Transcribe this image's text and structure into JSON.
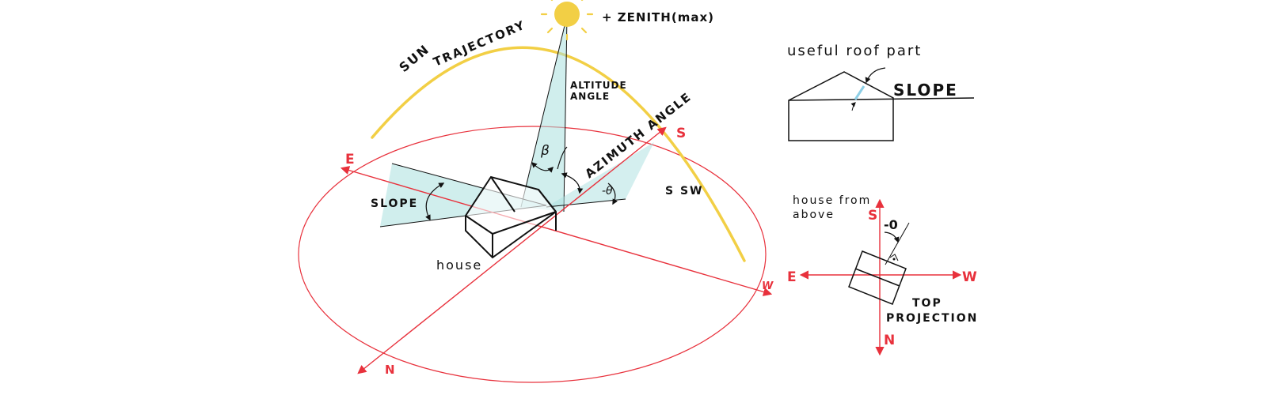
{
  "labels": {
    "sun_trajectory_1": "SUN",
    "sun_trajectory_2": "TRAJECTORY",
    "zenith": "+ ZENITH(max)",
    "altitude_1": "ALTITUDE",
    "altitude_2": "ANGLE",
    "azimuth": "AZIMUTH ANGLE",
    "beta": "β",
    "theta": "-θ",
    "slope_main": "SLOPE",
    "house_main": "house",
    "ssw": "S SW",
    "compass_E": "E",
    "compass_S": "S",
    "compass_W": "W",
    "compass_N": "N",
    "roof_title": "useful roof part",
    "roof_slope": "SLOPE",
    "top_caption_1": "house from",
    "top_caption_2": "above",
    "top_S": "S",
    "top_E": "E",
    "top_W": "W",
    "top_N": "N",
    "top_angle": "-0",
    "top_projection_1": "TOP",
    "top_projection_2": "PROJECTION"
  },
  "colors": {
    "sun": "#f2cf45",
    "compass": "#e8313c",
    "shade": "#a9e0df",
    "ink": "#111111"
  }
}
